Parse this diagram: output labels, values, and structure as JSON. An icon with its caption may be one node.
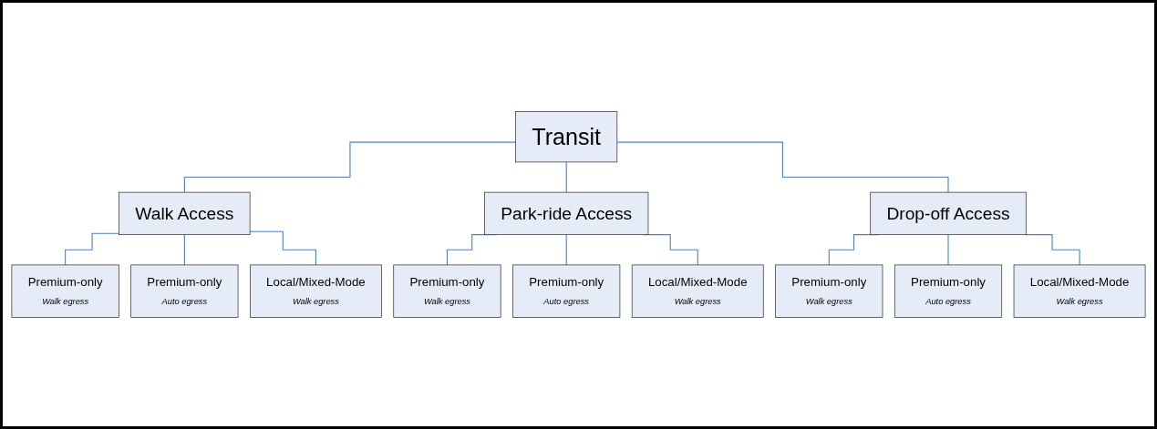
{
  "diagram": {
    "nodes": [
      {
        "text": [
          "Transit"
        ]
      },
      {
        "text": [
          "Walk Access"
        ]
      },
      {
        "text": [
          "Park-ride Access"
        ]
      },
      {
        "text": [
          "Drop-off Access"
        ]
      },
      {
        "text": [
          "Premium-only",
          "Walk egress"
        ]
      },
      {
        "text": [
          "Premium-only",
          "Auto egress"
        ]
      },
      {
        "text": [
          "Local/Mixed-Mode",
          "Walk egress"
        ]
      },
      {
        "text": [
          "Premium-only",
          "Walk egress"
        ]
      },
      {
        "text": [
          "Premium-only",
          "Auto egress"
        ]
      },
      {
        "text": [
          "Local/Mixed-Mode",
          "Walk egress"
        ]
      },
      {
        "text": [
          "Premium-only",
          "Walk egress"
        ]
      },
      {
        "text": [
          "Premium-only",
          "Auto egress"
        ]
      },
      {
        "text": [
          "Local/Mixed-Mode",
          "Walk egress"
        ]
      }
    ],
    "edges": [
      {
        "from": 0,
        "to": 1,
        "arrow": "none"
      },
      {
        "from": 0,
        "to": 2,
        "arrow": "none"
      },
      {
        "from": 0,
        "to": 3,
        "arrow": "none"
      },
      {
        "from": 1,
        "to": 4,
        "arrow": "none"
      },
      {
        "from": 1,
        "to": 5,
        "arrow": "none"
      },
      {
        "from": 1,
        "to": 6,
        "arrow": "none"
      },
      {
        "from": 2,
        "to": 7,
        "arrow": "none"
      },
      {
        "from": 2,
        "to": 8,
        "arrow": "none"
      },
      {
        "from": 2,
        "to": 9,
        "arrow": "none"
      },
      {
        "from": 3,
        "to": 10,
        "arrow": "none"
      },
      {
        "from": 3,
        "to": 11,
        "arrow": "none"
      },
      {
        "from": 3,
        "to": 12,
        "arrow": "none"
      }
    ]
  }
}
